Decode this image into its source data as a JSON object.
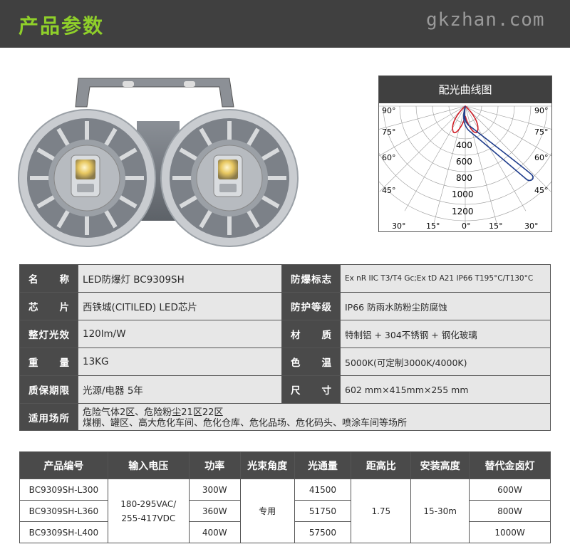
{
  "header": {
    "title": "产品参数",
    "watermark": "gkzhan.com"
  },
  "polar": {
    "title": "配光曲线图",
    "angle_labels": [
      "90°",
      "75°",
      "60°",
      "45°",
      "30°",
      "15°",
      "0°",
      "15°",
      "30°",
      "45°",
      "60°",
      "75°",
      "90°"
    ],
    "radial_labels": [
      "400",
      "600",
      "800",
      "1000",
      "1200"
    ],
    "colors": {
      "curve_a": "#d0212a",
      "curve_b": "#1f3d8c"
    }
  },
  "specs": [
    {
      "k1": "名　称",
      "v1": "LED防爆灯 BC9309SH",
      "k2": "防爆标志",
      "v2": "Ex nR IIC T3/T4 Gc;Ex tD A21 IP66 T195°C/T130°C"
    },
    {
      "k1": "芯　片",
      "v1": "西铁城(CITILED) LED芯片",
      "k2": "防护等级",
      "v2": "IP66 防雨水防粉尘防腐蚀"
    },
    {
      "k1": "整灯光效",
      "v1": "120lm/W",
      "k2": "材　质",
      "v2": "特制铝 + 304不锈钢 + 钢化玻璃"
    },
    {
      "k1": "重　量",
      "v1": "13KG",
      "k2": "色　温",
      "v2": "5000K(可定制3000K/4000K)"
    },
    {
      "k1": "质保期限",
      "v1": "光源/电器 5年",
      "k2": "尺　寸",
      "v2": "602 mm×415mm×255 mm"
    }
  ],
  "place": {
    "k": "适用场所",
    "line1": "危险气体2区、危险粉尘21区22区",
    "line2": "煤棚、罐区、高大危化车间、危化仓库、危化品场、危化码头、喷涂车间等场所"
  },
  "models": {
    "headers": [
      "产品编号",
      "输入电压",
      "功率",
      "光束角度",
      "光通量",
      "距高比",
      "安装高度",
      "替代金卤灯"
    ],
    "voltage": "180-295VAC/ 255-417VDC",
    "beam": "专用",
    "ratio": "1.75",
    "height": "15-30m",
    "rows": [
      {
        "code": "BC9309SH-L300",
        "power": "300W",
        "flux": "41500",
        "replace": "600W"
      },
      {
        "code": "BC9309SH-L360",
        "power": "360W",
        "flux": "51750",
        "replace": "800W"
      },
      {
        "code": "BC9309SH-L400",
        "power": "400W",
        "flux": "57500",
        "replace": "1000W"
      }
    ]
  }
}
